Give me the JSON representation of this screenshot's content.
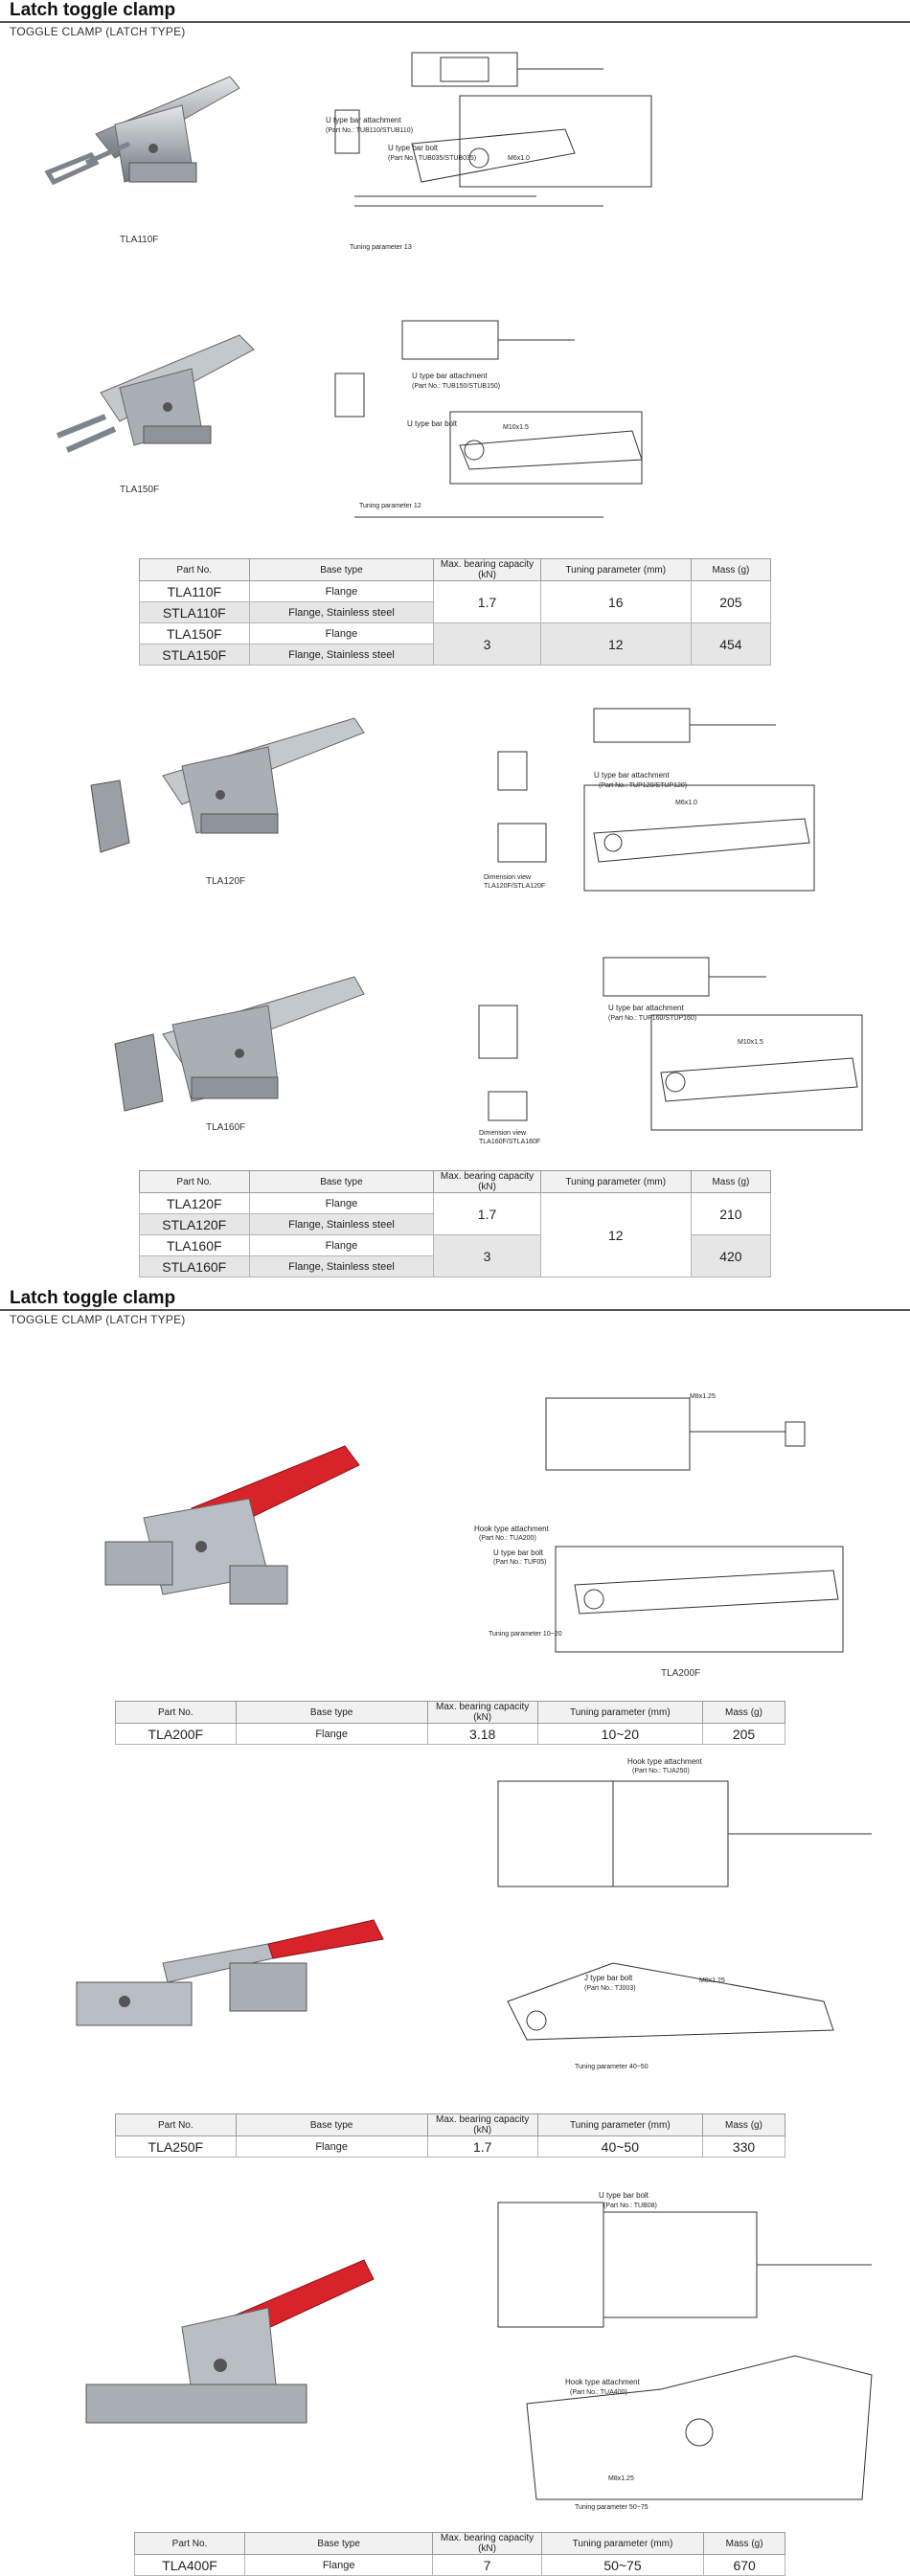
{
  "sections": [
    {
      "title": "Latch toggle clamp",
      "subtitle": "TOGGLE CLAMP (LATCH TYPE)"
    },
    {
      "title": "Latch toggle clamp",
      "subtitle": "TOGGLE CLAMP (LATCH TYPE)"
    }
  ],
  "captions": {
    "tla110f": "TLA110F",
    "tla150f": "TLA150F",
    "tla120f": "TLA120F",
    "tla160f": "TLA160F",
    "tla200f": "TLA200F"
  },
  "drawing_labels": {
    "u_attach_110": "U type bar attachment",
    "u_attach_110_part": "(Part No.: TUB110/STUB110)",
    "u_bolt_110": "U type bar bolt",
    "u_bolt_110_part": "(Part No.: TUB035/STUB035)",
    "tuning_13": "Tuning parameter 13",
    "u_attach_150": "U type bar attachment",
    "u_attach_150_part": "(Part No.: TUB150/STUB150)",
    "u_bolt_150": "U type bar bolt",
    "tuning_12": "Tuning parameter 12",
    "u_attach_120": "U type bar attachment",
    "u_attach_120_part": "(Part No.: TUP120/STUP120)",
    "dim_view_120": "Dimension view",
    "dim_view_120_b": "TLA120F/STLA120F",
    "u_attach_160": "U type bar attachment",
    "u_attach_160_part": "(Part No.: TUP160/STUP160)",
    "dim_view_160": "Dimension view",
    "dim_view_160_b": "TLA160F/STLA160F",
    "hook_200": "Hook type attachment",
    "hook_200_part": "(Part No.: TUA200)",
    "u_bolt_200": "U type bar bolt",
    "u_bolt_200_part": "(Part No.: TUF05)",
    "tuning_200": "Tuning parameter 10~20",
    "hook_250": "Hook type attachment",
    "hook_250_part": "(Part No.: TUA250)",
    "j_bolt_250": "J type bar bolt",
    "j_bolt_250_part": "(Part No.: TJ003)",
    "tuning_250": "Tuning parameter 40~50",
    "u_bolt_400": "U type bar bolt",
    "u_bolt_400_part": "(Part No.: TUB08)",
    "hook_400": "Hook type attachment",
    "hook_400_part": "(Part No.: TUA400)",
    "tuning_400": "Tuning parameter 50~75",
    "m6": "M6x1.0",
    "m8": "M8x1.25",
    "m10": "M10x1.5"
  },
  "tables": [
    {
      "headers": [
        "Part No.",
        "Base type",
        "Max. bearing capacity (kN)",
        "Tuning parameter (mm)",
        "Mass (g)"
      ],
      "rows": [
        [
          "TLA110F",
          "Flange",
          "1.7",
          "16",
          "205"
        ],
        [
          "STLA110F",
          "Flange, Stainless steel",
          "",
          "",
          ""
        ],
        [
          "TLA150F",
          "Flange",
          "3",
          "12",
          "454"
        ],
        [
          "STLA150F",
          "Flange, Stainless steel",
          "",
          "",
          ""
        ]
      ]
    },
    {
      "headers": [
        "Part No.",
        "Base type",
        "Max. bearing capacity (kN)",
        "Tuning parameter (mm)",
        "Mass (g)"
      ],
      "rows": [
        [
          "TLA120F",
          "Flange",
          "1.7",
          "12",
          "210"
        ],
        [
          "STLA120F",
          "Flange, Stainless steel",
          "",
          "",
          ""
        ],
        [
          "TLA160F",
          "Flange",
          "3",
          "",
          "420"
        ],
        [
          "STLA160F",
          "Flange, Stainless steel",
          "",
          "",
          ""
        ]
      ]
    },
    {
      "headers": [
        "Part No.",
        "Base type",
        "Max. bearing capacity (kN)",
        "Tuning parameter (mm)",
        "Mass (g)"
      ],
      "rows": [
        [
          "TLA200F",
          "Flange",
          "3.18",
          "10~20",
          "205"
        ]
      ]
    },
    {
      "headers": [
        "Part No.",
        "Base type",
        "Max. bearing capacity (kN)",
        "Tuning parameter (mm)",
        "Mass (g)"
      ],
      "rows": [
        [
          "TLA250F",
          "Flange",
          "1.7",
          "40~50",
          "330"
        ]
      ]
    },
    {
      "headers": [
        "Part No.",
        "Base type",
        "Max. bearing capacity (kN)",
        "Tuning parameter (mm)",
        "Mass (g)"
      ],
      "rows": [
        [
          "TLA400F",
          "Flange",
          "7",
          "50~75",
          "670"
        ]
      ]
    }
  ],
  "colors": {
    "handle_red": "#d8232a",
    "metal": "#b9bec4",
    "metal_dark": "#7d848c",
    "line": "#333333"
  }
}
